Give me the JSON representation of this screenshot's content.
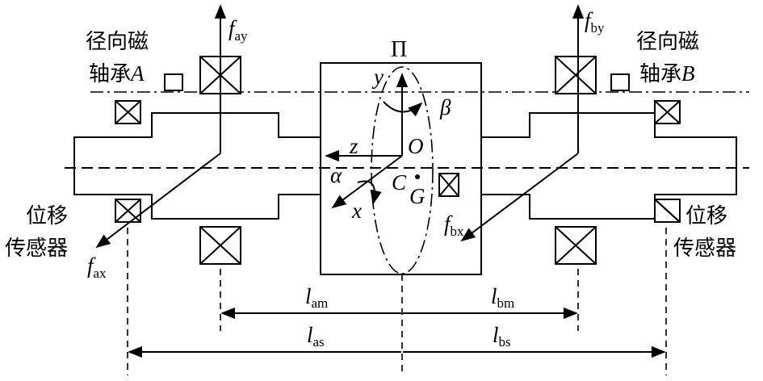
{
  "labels": {
    "bearing_a_line1": "径向磁",
    "bearing_a_line2": "轴承",
    "bearing_a_letter": "A",
    "bearing_b_line1": "径向磁",
    "bearing_b_line2": "轴承",
    "bearing_b_letter": "B",
    "sensor_left_line1": "位移",
    "sensor_left_line2": "传感器",
    "sensor_right_line1": "位移",
    "sensor_right_line2": "传感器",
    "plane": "Π"
  },
  "forces": {
    "f": "f",
    "fay_sub": "ay",
    "fax_sub": "ax",
    "fby_sub": "by",
    "fbx_sub": "bx"
  },
  "axes": {
    "x": "x",
    "y": "y",
    "z": "z",
    "origin": "O",
    "alpha": "α",
    "beta": "β",
    "C": "C",
    "G": "G"
  },
  "dimensions": {
    "l": "l",
    "am": "am",
    "bm": "bm",
    "as": "as",
    "bs": "bs"
  }
}
